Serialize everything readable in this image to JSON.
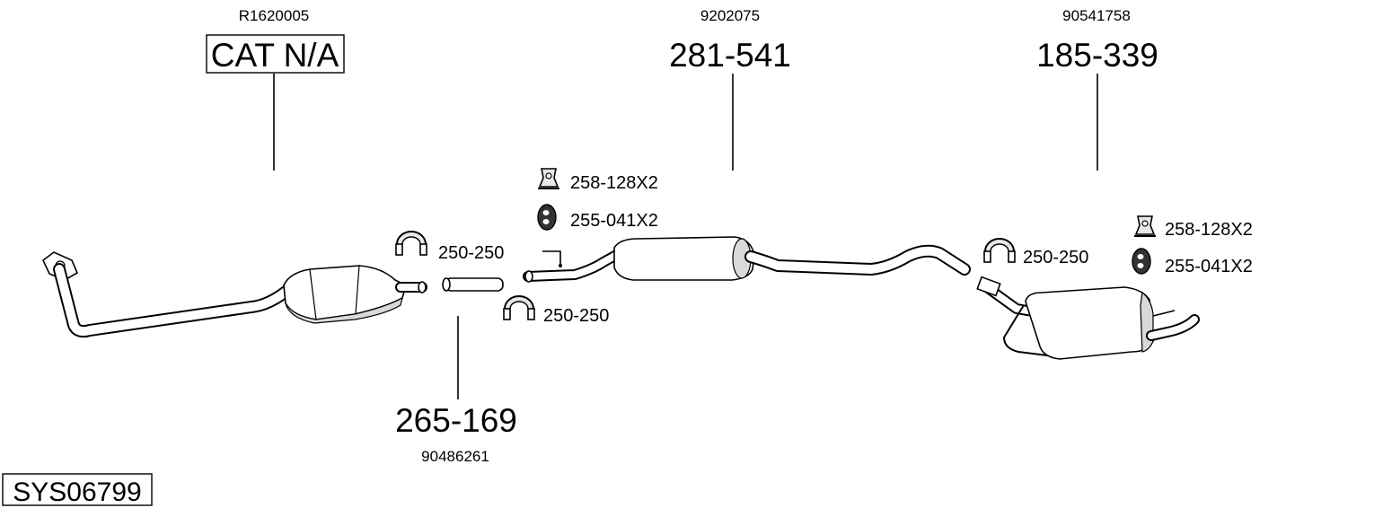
{
  "diagram_code": "SYS06799",
  "components": [
    {
      "id": "cat",
      "oe_number": "R1620005",
      "part_number": "CAT N/A",
      "boxed": true
    },
    {
      "id": "mid",
      "oe_number": "9202075",
      "part_number": "281-541",
      "boxed": false
    },
    {
      "id": "rear",
      "oe_number": "90541758",
      "part_number": "185-339",
      "boxed": false
    },
    {
      "id": "conn",
      "oe_number": "90486261",
      "part_number": "265-169",
      "boxed": false
    }
  ],
  "accessories": {
    "clamp_front": "250-250",
    "clamp_mid_lower": "250-250",
    "hanger_mid": "258-128X2",
    "rubber_mid": "255-041X2",
    "clamp_rear": "250-250",
    "hanger_rear": "258-128X2",
    "rubber_rear": "255-041X2"
  }
}
